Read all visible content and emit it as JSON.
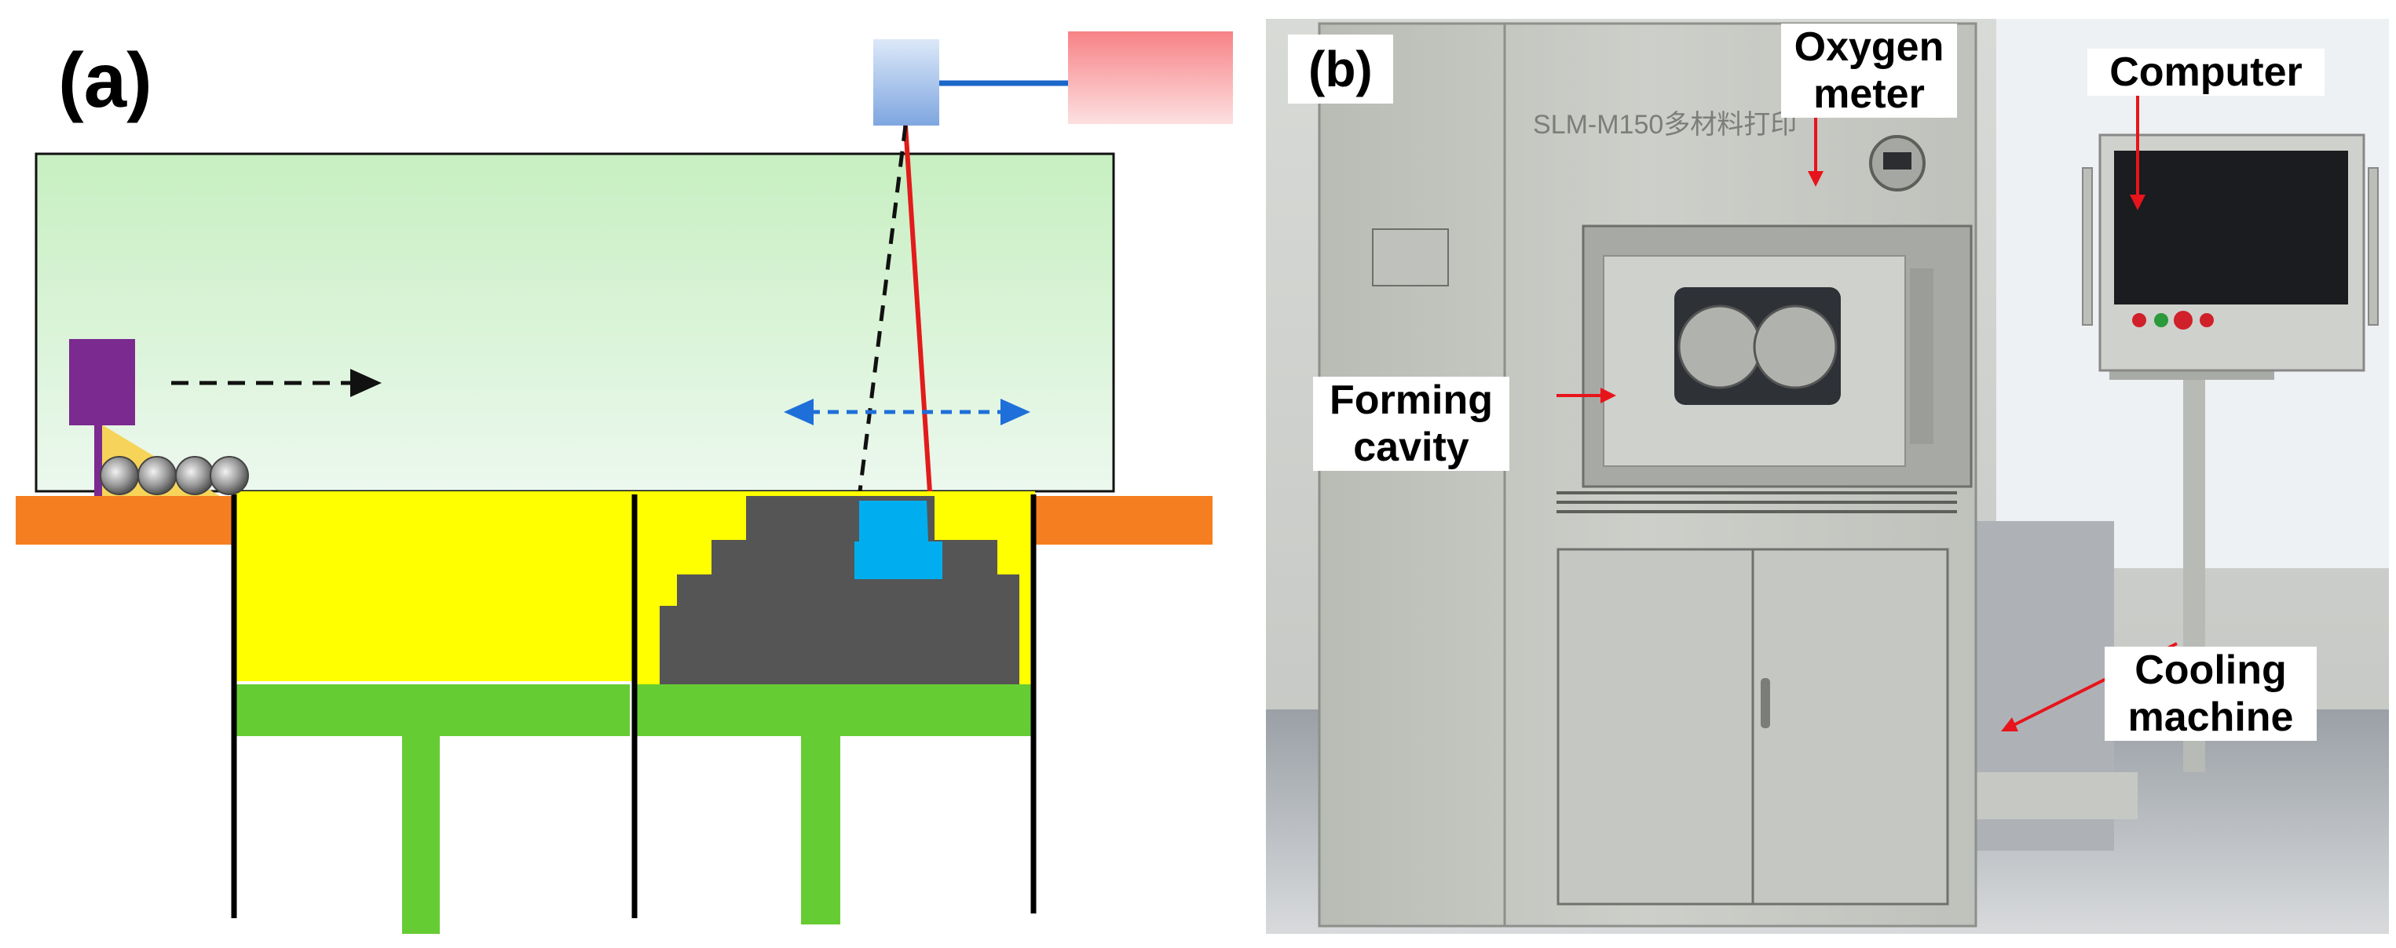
{
  "panel_a": {
    "label": "(a)"
  },
  "panel_b": {
    "label": "(b)",
    "machine_plate": "SLM-M150多材料打印",
    "callouts": {
      "oxygen_meter": [
        "Oxygen",
        "meter"
      ],
      "computer": "Computer",
      "forming_cavity": [
        "Forming",
        "cavity"
      ],
      "cooling_machine": [
        "Cooling",
        "machine"
      ]
    }
  },
  "colors": {
    "chamber_fill": "#d6f2d0",
    "platform": "#f57f20",
    "powder": "#ffff00",
    "part": "#555555",
    "support": "#66cc33",
    "recoater": "#7b2a8f",
    "melt_pool": "#00aeef",
    "laser_beam": "#e21b1b",
    "scan_arrow": "#1e6fd9",
    "laser_source": "#f98f93",
    "scanner_head": "#87aee8",
    "machine_body": "#c9cbc6",
    "callout_arrow": "#e8141b"
  }
}
